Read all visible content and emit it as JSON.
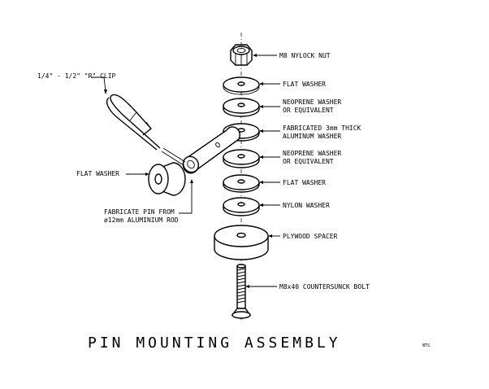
{
  "title": "PIN MOUNTING ASSEMBLY",
  "scale_note": "NTS",
  "labels": {
    "r_clip": "1/4\" - 1/2\" \"R\" CLIP",
    "flat_washer_left": "FLAT WASHER",
    "pin_line1": "FABRICATE PIN FROM",
    "pin_line2": "ø12mm ALUMINIUM ROD",
    "nut": "M8 NYLOCK NUT",
    "flat_washer_1": "FLAT WASHER",
    "neoprene_1_line1": "NEOPRENE WASHER",
    "neoprene_1_line2": "OR EQUIVALENT",
    "alu_washer_line1": "FABRICATED 3mm THICK",
    "alu_washer_line2": "ALUMINUM WASHER",
    "neoprene_2_line1": "NEOPRENE WASHER",
    "neoprene_2_line2": "OR EQUIVALENT",
    "flat_washer_2": "FLAT WASHER",
    "nylon_washer": "NYLON WASHER",
    "plywood_spacer": "PLYWOOD SPACER",
    "bolt": "M8x40 COUNTERSUNCK BOLT"
  }
}
